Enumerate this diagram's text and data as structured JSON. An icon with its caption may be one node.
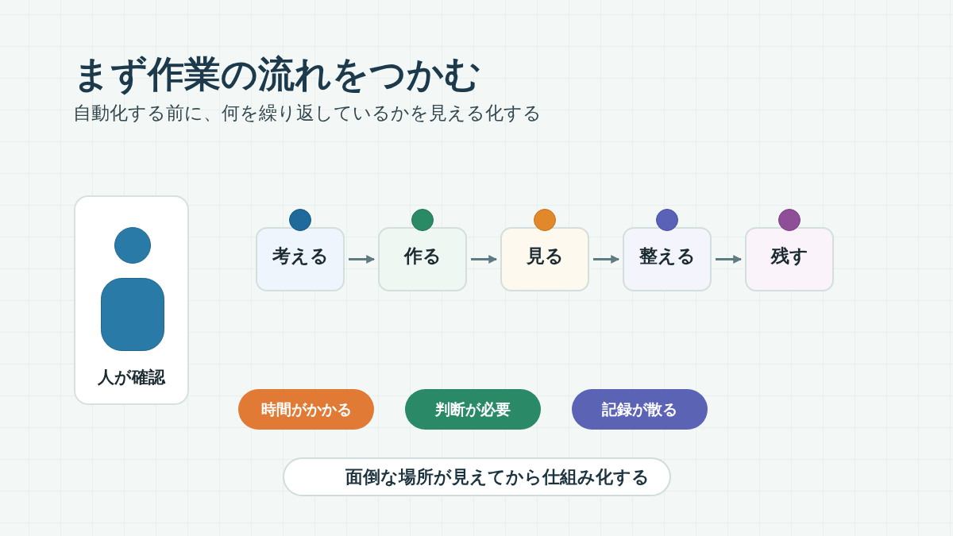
{
  "diagram": {
    "title": "まず作業の流れをつかむ",
    "nodes": [
      {
        "text": [
          "人が確認"
        ]
      },
      {
        "text": [
          "考える"
        ]
      },
      {
        "text": [
          "作る"
        ]
      },
      {
        "text": [
          "見る"
        ]
      },
      {
        "text": [
          "整える"
        ]
      },
      {
        "text": [
          "残す"
        ]
      },
      {
        "text": [
          "時間がかかる"
        ]
      },
      {
        "text": [
          "判断が必要"
        ]
      },
      {
        "text": [
          "記録が散る"
        ]
      },
      {
        "text": [
          "面倒な場所が見えてから仕組み化する"
        ]
      }
    ],
    "edges": [
      {
        "from": 1,
        "to": 2,
        "arrow": "to"
      },
      {
        "from": 2,
        "to": 3,
        "arrow": "to"
      },
      {
        "from": 3,
        "to": 4,
        "arrow": "to"
      },
      {
        "from": 4,
        "to": 5,
        "arrow": "to"
      }
    ],
    "labels": [
      "自動化する前に、何を繰り返しているかを見える化する"
    ]
  }
}
